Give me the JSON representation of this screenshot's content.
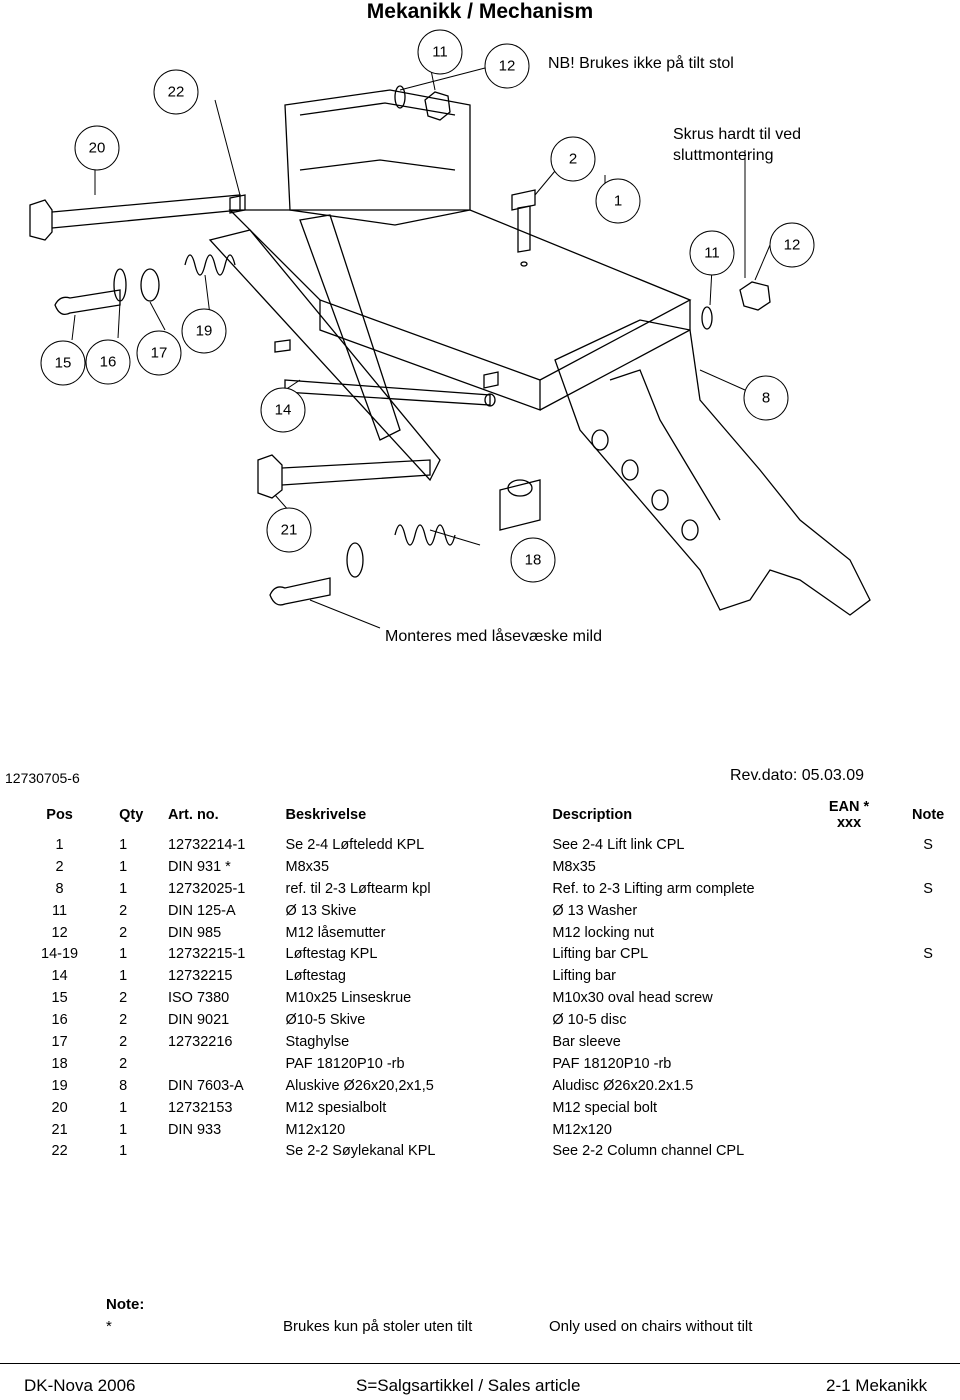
{
  "title": "Mekanikk / Mechanism",
  "drawing": {
    "callouts": [
      "20",
      "22",
      "11",
      "12",
      "2",
      "1",
      "11",
      "12",
      "15",
      "16",
      "17",
      "19",
      "14",
      "8",
      "21",
      "18"
    ],
    "notes": {
      "tilt": "NB! Brukes ikke på tilt stol",
      "tighten_line1": "Skrus hardt til ved",
      "tighten_line2": "sluttmontering",
      "locking": "Monteres med låsevæske mild"
    }
  },
  "doc": {
    "number": "12730705-6",
    "rev": "Rev.dato:  05.03.09"
  },
  "table": {
    "headers": {
      "pos": "Pos",
      "qty": "Qty",
      "art": "Art. no.",
      "beskrivelse": "Beskrivelse",
      "description": "Description",
      "ean_line1": "EAN *",
      "ean_line2": "xxx",
      "note": "Note"
    },
    "rows": [
      {
        "pos": "1",
        "qty": "1",
        "art": "12732214-1",
        "besk": "Se 2-4 Løfteledd KPL",
        "desc": "See 2-4 Lift link CPL",
        "note": "S"
      },
      {
        "pos": "2",
        "qty": "1",
        "art": "DIN 931 *",
        "besk": "M8x35",
        "desc": "M8x35",
        "note": ""
      },
      {
        "pos": "8",
        "qty": "1",
        "art": "12732025-1",
        "besk": "ref. til 2-3 Løftearm kpl",
        "desc": "Ref. to 2-3 Lifting arm complete",
        "note": "S"
      },
      {
        "pos": "11",
        "qty": "2",
        "art": "DIN 125-A",
        "besk": "Ø 13 Skive",
        "desc": "Ø 13 Washer",
        "note": ""
      },
      {
        "pos": "12",
        "qty": "2",
        "art": "DIN 985",
        "besk": "M12 låsemutter",
        "desc": "M12 locking nut",
        "note": ""
      },
      {
        "pos": "14-19",
        "qty": "1",
        "art": "12732215-1",
        "besk": "Løftestag KPL",
        "desc": "Lifting bar CPL",
        "note": "S"
      },
      {
        "pos": "14",
        "qty": "1",
        "art": "12732215",
        "besk": "Løftestag",
        "desc": "Lifting bar",
        "note": ""
      },
      {
        "pos": "15",
        "qty": "2",
        "art": "ISO 7380",
        "besk": "M10x25 Linseskrue",
        "desc": "M10x30 oval head screw",
        "note": ""
      },
      {
        "pos": "16",
        "qty": "2",
        "art": "DIN 9021",
        "besk": "Ø10-5 Skive",
        "desc": "Ø  10-5 disc",
        "note": ""
      },
      {
        "pos": "17",
        "qty": "2",
        "art": "12732216",
        "besk": "Staghylse",
        "desc": "Bar sleeve",
        "note": ""
      },
      {
        "pos": "18",
        "qty": "2",
        "art": "",
        "besk": "PAF 18120P10 -rb",
        "desc": "PAF 18120P10 -rb",
        "note": ""
      },
      {
        "pos": "19",
        "qty": "8",
        "art": "DIN 7603-A",
        "besk": "Aluskive Ø26x20,2x1,5",
        "desc": "Aludisc Ø26x20.2x1.5",
        "note": ""
      },
      {
        "pos": "20",
        "qty": "1",
        "art": "12732153",
        "besk": "M12 spesialbolt",
        "desc": "M12 special bolt",
        "note": ""
      },
      {
        "pos": "21",
        "qty": "1",
        "art": "DIN 933",
        "besk": "M12x120",
        "desc": "M12x120",
        "note": ""
      },
      {
        "pos": "22",
        "qty": "1",
        "art": "",
        "besk": "Se 2-2 Søylekanal KPL",
        "desc": "See 2-2 Column channel CPL",
        "note": ""
      }
    ]
  },
  "note_block": {
    "label": "Note:",
    "star": "*",
    "no": "Brukes kun på stoler uten tilt",
    "en": "Only used on chairs without tilt"
  },
  "footer": {
    "left": "DK-Nova 2006",
    "center": "S=Salgsartikkel / Sales article",
    "right": "2-1 Mekanikk"
  }
}
